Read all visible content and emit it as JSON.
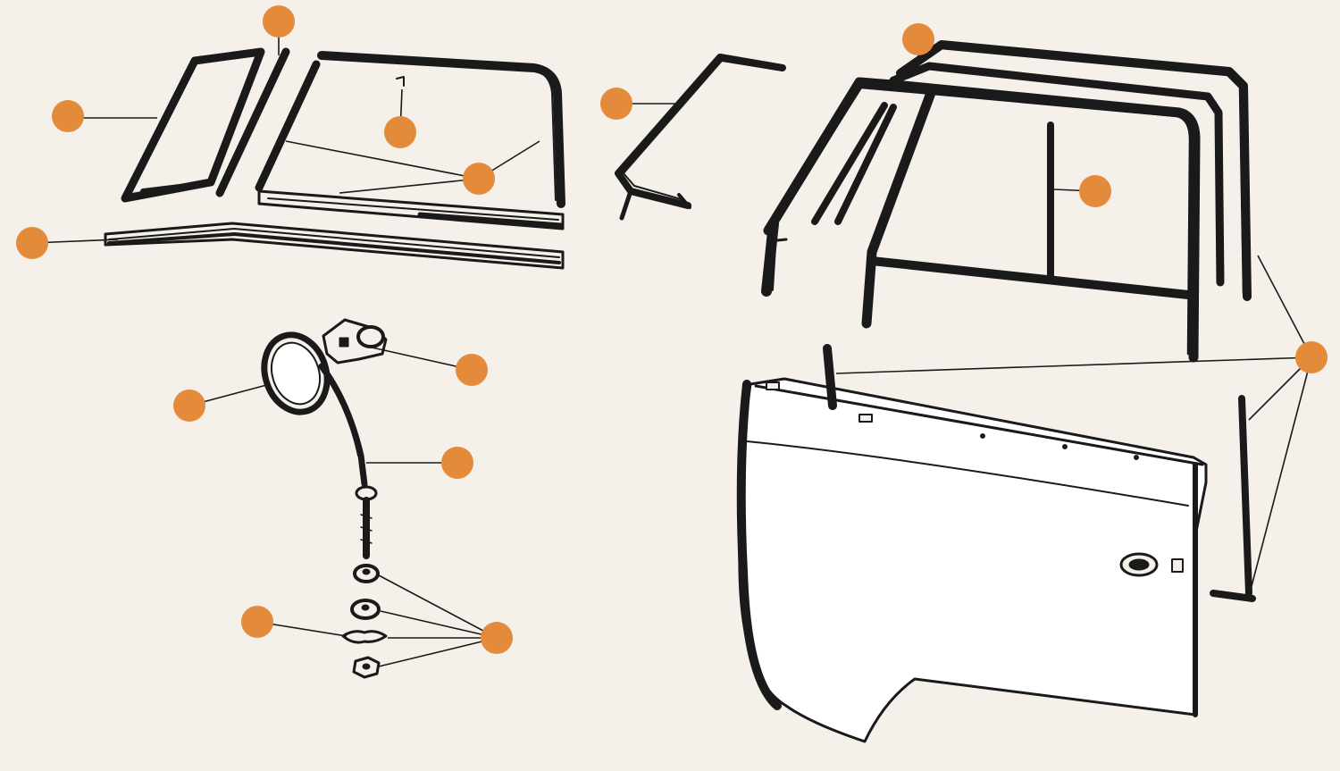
{
  "diagram": {
    "background_color": "#f5f0ea",
    "line_color": "#1a1a1a",
    "callout_color": "#e38a3b",
    "parts": [
      {
        "name": "quarter-vent-frame"
      },
      {
        "name": "vent-seal-strip"
      },
      {
        "name": "sliding-window-frame"
      },
      {
        "name": "window-channel-lower"
      },
      {
        "name": "door-sill-rail"
      },
      {
        "name": "door-top-frame"
      },
      {
        "name": "window-frame-assembly"
      },
      {
        "name": "mirror-head"
      },
      {
        "name": "mirror-clamp"
      },
      {
        "name": "mirror-arm"
      },
      {
        "name": "mirror-washers-nuts"
      },
      {
        "name": "door-panel"
      },
      {
        "name": "door-seal-strips"
      }
    ],
    "callouts": [
      {
        "id": "callout-1"
      },
      {
        "id": "callout-2"
      },
      {
        "id": "callout-3"
      },
      {
        "id": "callout-4"
      },
      {
        "id": "callout-5"
      },
      {
        "id": "callout-6"
      },
      {
        "id": "callout-7"
      },
      {
        "id": "callout-8"
      },
      {
        "id": "callout-9"
      },
      {
        "id": "callout-10"
      },
      {
        "id": "callout-11"
      },
      {
        "id": "callout-12"
      },
      {
        "id": "callout-13"
      },
      {
        "id": "callout-14"
      },
      {
        "id": "callout-15"
      }
    ]
  }
}
